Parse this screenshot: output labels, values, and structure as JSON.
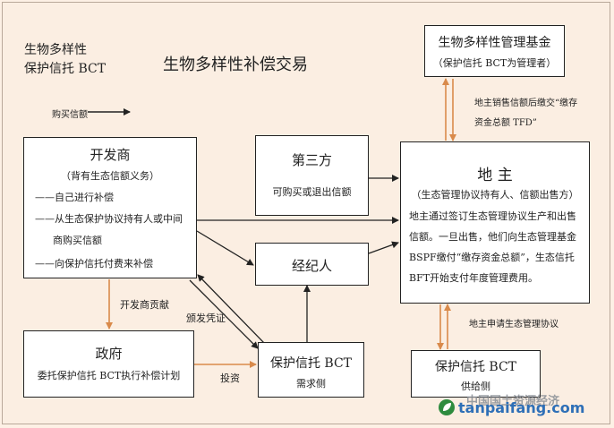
{
  "corner_title": {
    "line1": "生物多样性",
    "line2": "保护信托 BCT"
  },
  "main_title": "生物多样性补偿交易",
  "legend": {
    "label": "购买信额"
  },
  "fund_box": {
    "title": "生物多样性管理基金",
    "subtitle": "（保护信托 BCT为管理者）"
  },
  "fund_note": {
    "line1": "地主销售信额后缴交“缴存",
    "line2": "资金总额 TFD”"
  },
  "developer_box": {
    "title": "开发商",
    "subtitle": "（背有生态信额义务）",
    "items": [
      "——自己进行补偿",
      "——从生态保护协议持有人或中间",
      "商购买信额",
      "——向保护信托付费来补偿"
    ]
  },
  "third_party_box": {
    "title": "第三方",
    "subtitle": "可购买或退出信额"
  },
  "landowner_box": {
    "title": "地 主",
    "subtitle": "（生态管理协议持有人、信额出售方）",
    "lines": [
      "地主通过签订生态管理协议生产和出售",
      "信额。一旦出售，他们向生态管理基金",
      "BSPF缴付“缴存资金总额”，生态信托",
      "BFT开始支付年度管理费用。"
    ]
  },
  "broker_box": {
    "title": "经纪人"
  },
  "gov_box": {
    "title": "政府",
    "subtitle": "委托保护信托 BCT执行补偿计划"
  },
  "bct_demand_box": {
    "title": "保护信托 BCT",
    "subtitle": "需求侧"
  },
  "bct_supply_box": {
    "title": "保护信托 BCT",
    "subtitle": "供给侧"
  },
  "labels": {
    "developer_contribution": "开发商贡献",
    "issue_certificate": "颁发凭证",
    "investment": "投资",
    "landowner_apply": "地主申请生态管理协议"
  },
  "watermark": {
    "cn": "中国国土资源经济",
    "url": "tanpaifang.com"
  },
  "colors": {
    "orange_arrow": "#d98a4b",
    "black_arrow": "#222222",
    "background": "#fbeee2"
  }
}
